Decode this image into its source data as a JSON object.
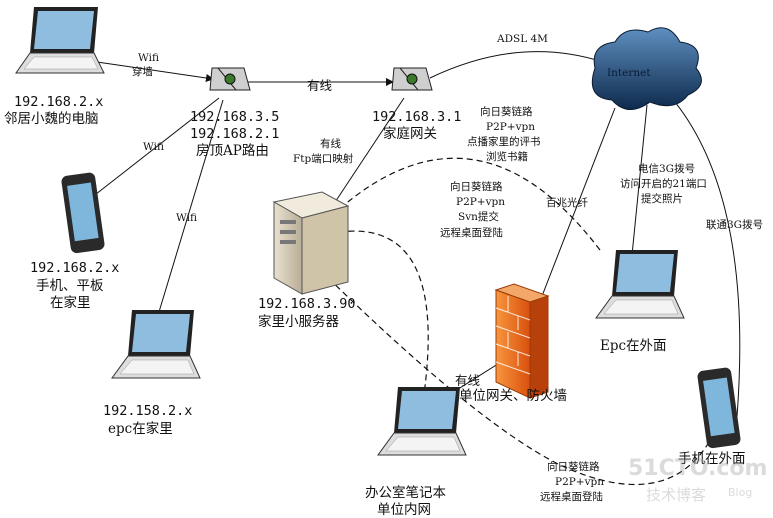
{
  "nodes": {
    "neighbor_pc": {
      "ip": "192.168.2.x",
      "label": "邻居小魏的电脑"
    },
    "ap_router": {
      "ip1": "192.168.3.5",
      "ip2": "192.168.2.1",
      "label": "房顶AP路由"
    },
    "home_gateway": {
      "ip": "192.168.3.1",
      "label": "家庭网关"
    },
    "internet": {
      "label": "Internet"
    },
    "home_phone": {
      "ip": "192.168.2.x",
      "label1": "手机、平板",
      "label2": "在家里"
    },
    "home_server": {
      "ip": "192.168.3.90",
      "label": "家里小服务器"
    },
    "home_epc": {
      "ip": "192.158.2.x",
      "label": "epc在家里"
    },
    "firewall": {
      "label": "单位网关、防火墙"
    },
    "office_laptop": {
      "label1": "办公室笔记本",
      "label2": "单位内网"
    },
    "outside_epc": {
      "label": "Epc在外面"
    },
    "outside_phone": {
      "label": "手机在外面"
    }
  },
  "links": {
    "wifi_through_wall": {
      "line1": "Wifi",
      "line2": "穿墙"
    },
    "wifi_phone": "Wifi",
    "wifi_epc": "Wifi",
    "wired_ap_gateway": "有线",
    "adsl": "ADSL 4M",
    "wired_ftp": {
      "line1": "有线",
      "line2": "Ftp端口映射"
    },
    "p2p_top": {
      "line1": "向日葵链路",
      "line2": "P2P+vpn",
      "line3": "点播家里的评书",
      "line4": "浏览书籍"
    },
    "p2p_mid": {
      "line1": "向日葵链路",
      "line2": "P2P+vpn",
      "line3": "Svn提交",
      "line4": "远程桌面登陆"
    },
    "fiber": "百兆光纤",
    "telecom_3g": {
      "line1": "电信3G拨号",
      "line2": "访问开启的21端口",
      "line3": "提交照片"
    },
    "unicom_3g": "联通3G拨号",
    "wired_office": "有线",
    "p2p_bottom": {
      "line1": "向日葵链路",
      "line2": "P2P+vpn",
      "line3": "远程桌面登陆"
    }
  },
  "watermark": {
    "brand": "51CTO.com",
    "sub": "技术博客",
    "blog": "Blog"
  }
}
